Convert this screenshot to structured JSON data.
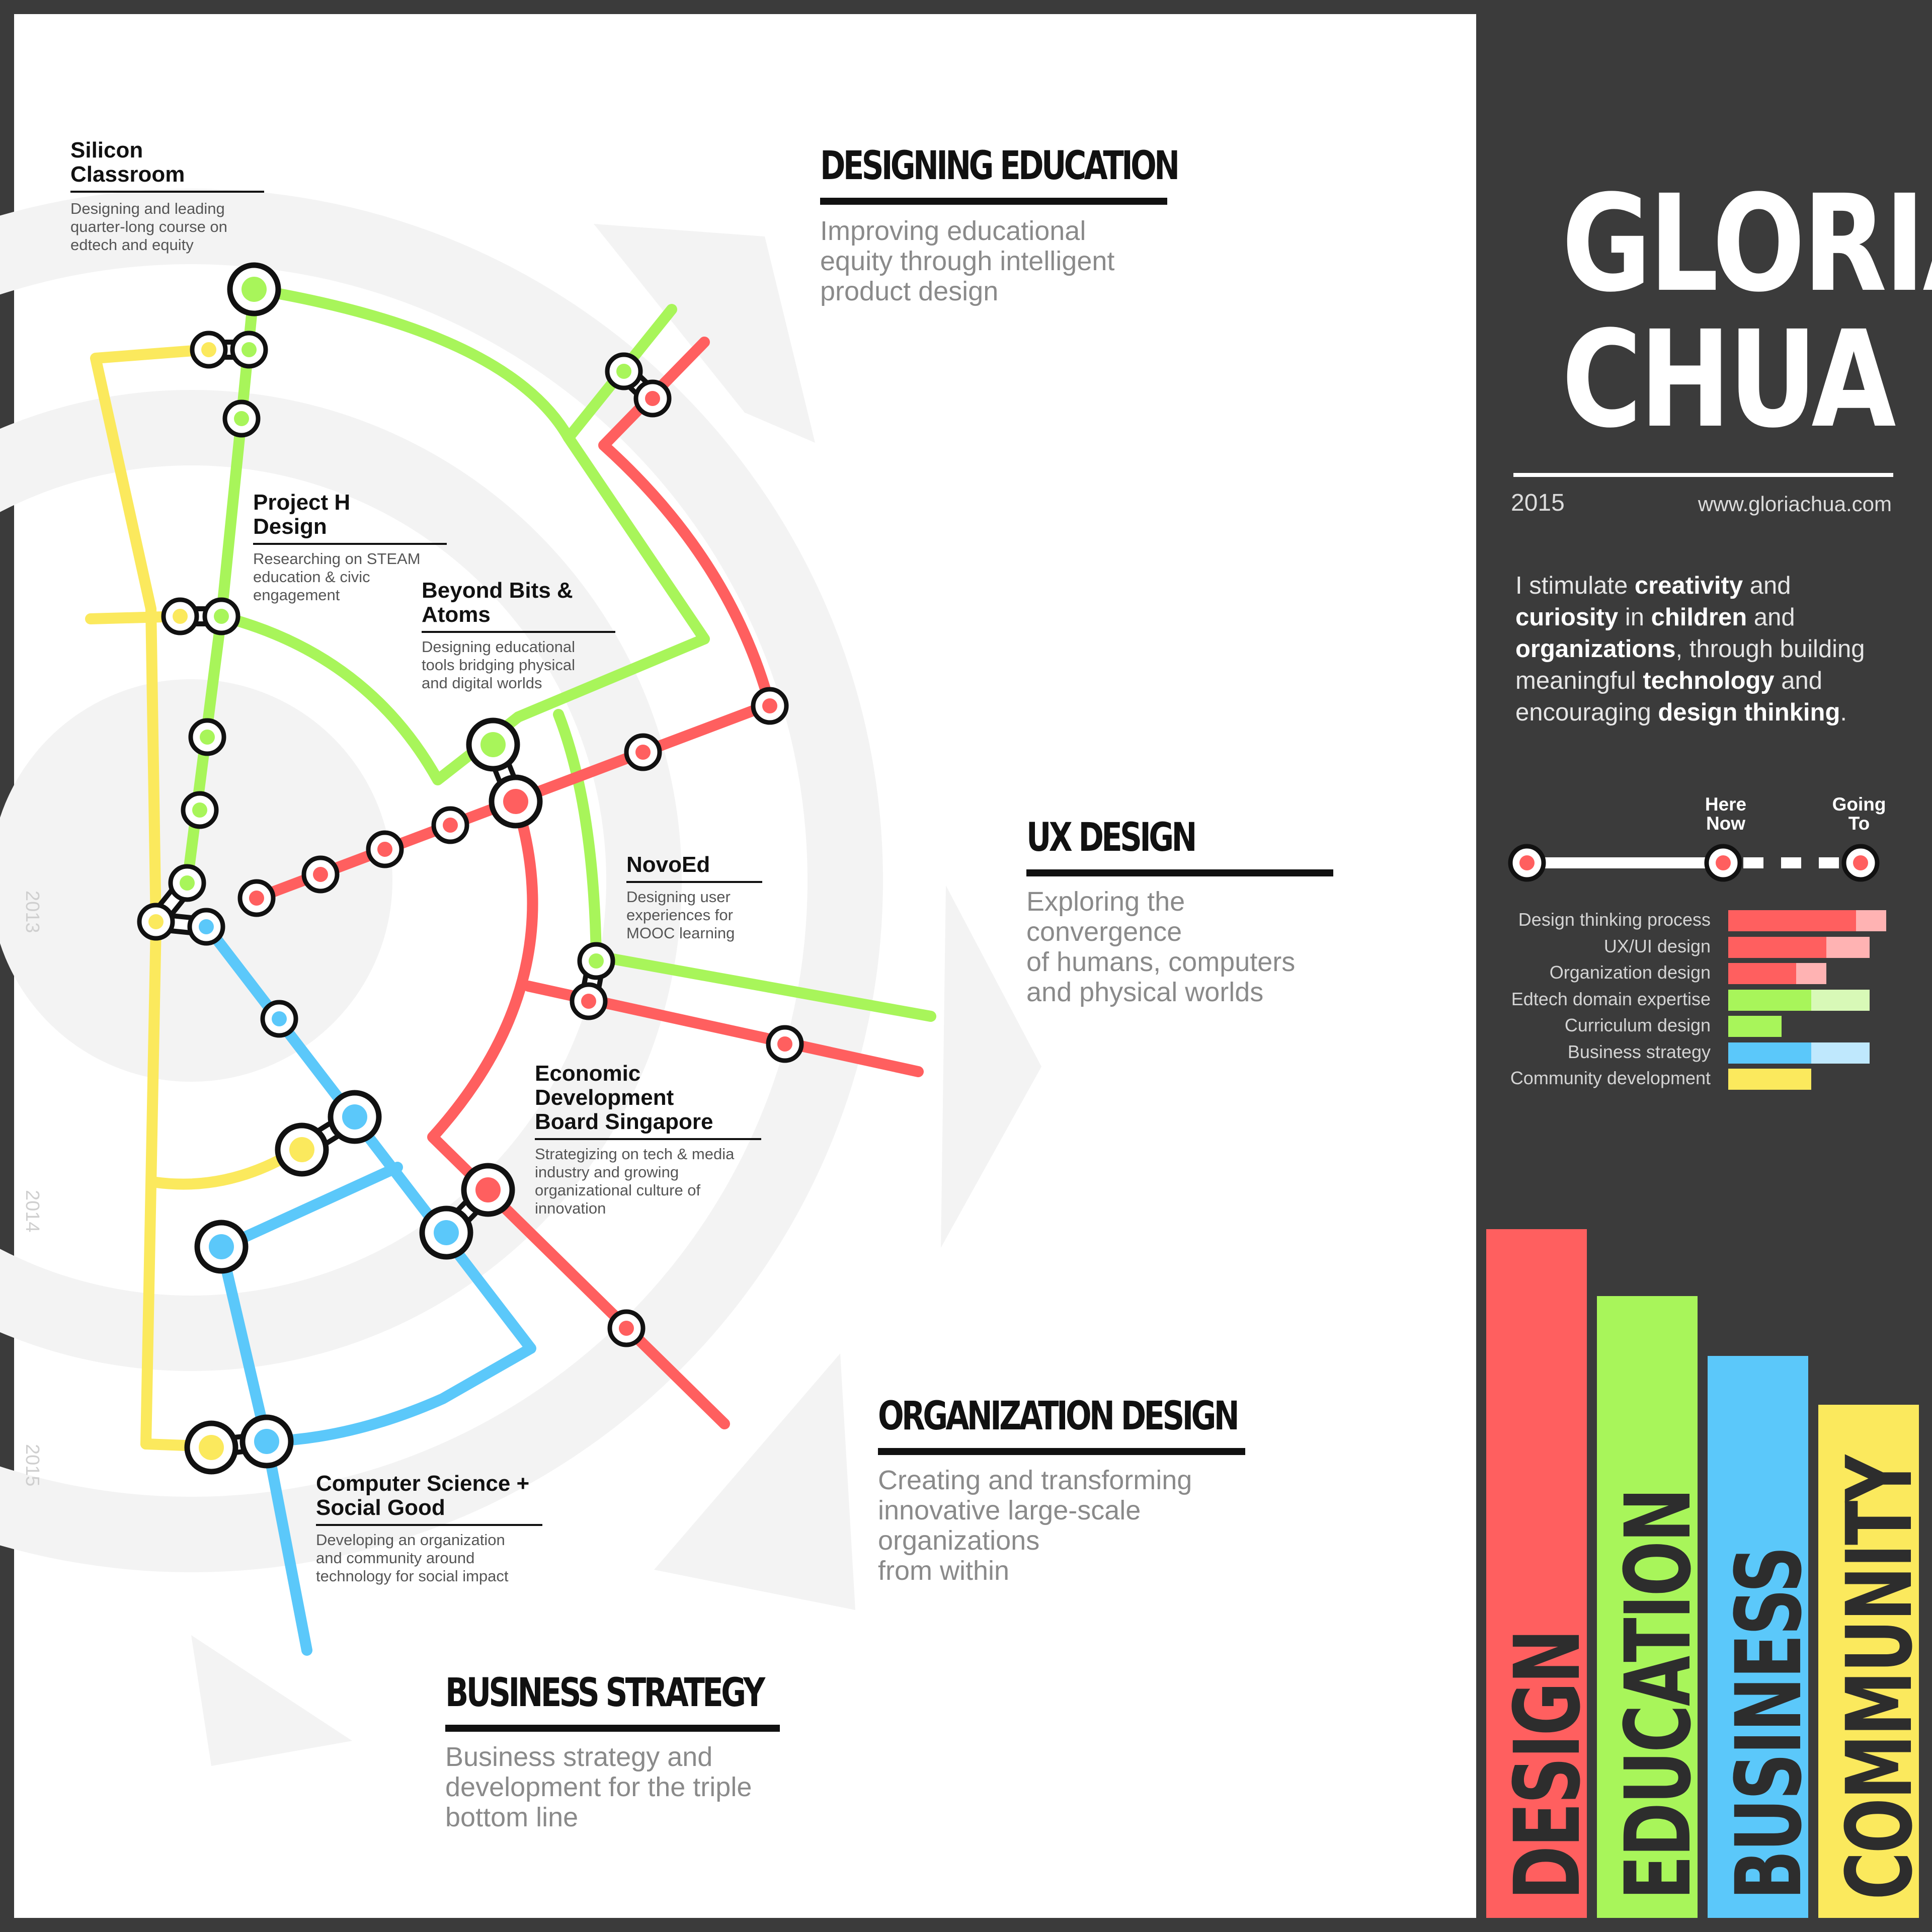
{
  "name": "GLORIA\nCHUA",
  "year": "2015",
  "website": "www.gloriachua.com",
  "intro": {
    "parts": [
      {
        "t": "I stimulate ",
        "b": false
      },
      {
        "t": "creativity",
        "b": true
      },
      {
        "t": " and ",
        "b": false
      },
      {
        "t": "curiosity",
        "b": true
      },
      {
        "t": " in ",
        "b": false
      },
      {
        "t": "children",
        "b": true
      },
      {
        "t": " and ",
        "b": false
      },
      {
        "t": "organizations",
        "b": true
      },
      {
        "t": ", through building meaningful ",
        "b": false
      },
      {
        "t": "technology",
        "b": true
      },
      {
        "t": " and encouraging ",
        "b": false
      },
      {
        "t": "design thinking",
        "b": true
      },
      {
        "t": ".",
        "b": false
      }
    ]
  },
  "legend": {
    "here_now": "Here\nNow",
    "going_to": "Going\nTo"
  },
  "skills": [
    {
      "label": "Design thinking process",
      "color": "#ff5f5f",
      "light": "#ffb3b3",
      "now": 0.77,
      "goal": 0.95
    },
    {
      "label": "UX/UI design",
      "color": "#ff5f5f",
      "light": "#ffb3b3",
      "now": 0.59,
      "goal": 0.85
    },
    {
      "label": "Organization design",
      "color": "#ff5f5f",
      "light": "#ffb3b3",
      "now": 0.41,
      "goal": 0.59
    },
    {
      "label": "Edtech domain expertise",
      "color": "#a8f55a",
      "light": "#d8f9b7",
      "now": 0.5,
      "goal": 0.85
    },
    {
      "label": "Curriculum design",
      "color": "#a8f55a",
      "light": "#d8f9b7",
      "now": 0.32,
      "goal": 0.32
    },
    {
      "label": "Business strategy",
      "color": "#5bc8fa",
      "light": "#bfe8fd",
      "now": 0.5,
      "goal": 0.85
    },
    {
      "label": "Community development",
      "color": "#fbe95d",
      "light": "#fdf3aa",
      "now": 0.5,
      "goal": 0.5
    }
  ],
  "books": [
    {
      "label": "DESIGN",
      "color": "#ff5f5f"
    },
    {
      "label": "EDUCATION",
      "color": "#a8f55a"
    },
    {
      "label": "BUSINESS",
      "color": "#5bc8fa"
    },
    {
      "label": "COMMUNITY",
      "color": "#fbe95d"
    }
  ],
  "sections": {
    "education": {
      "title": "DESIGNING EDUCATION",
      "desc": "Improving educational\nequity through intelligent\nproduct design"
    },
    "ux": {
      "title": "UX DESIGN",
      "desc": "Exploring the convergence\nof humans, computers\nand physical worlds"
    },
    "org": {
      "title": "ORGANIZATION DESIGN",
      "desc": "Creating and transforming\ninnovative large-scale\norganizations\nfrom within"
    },
    "business": {
      "title": "BUSINESS STRATEGY",
      "desc": "Business strategy and\ndevelopment for the triple\nbottom line"
    }
  },
  "projects": {
    "silicon": {
      "title": "Silicon\nClassroom",
      "desc": "Designing and leading\nquarter-long course on\nedtech and equity"
    },
    "projecth": {
      "title": "Project H\nDesign",
      "desc": "Researching on STEAM\neducation & civic\nengagement"
    },
    "beyond": {
      "title": "Beyond Bits &\nAtoms",
      "desc": "Designing educational\ntools bridging physical\nand digital worlds"
    },
    "novoed": {
      "title": "NovoEd",
      "desc": "Designing user\nexperiences for\nMOOC learning"
    },
    "edb": {
      "title": "Economic\nDevelopment\nBoard Singapore",
      "desc": "Strategizing on tech & media\nindustry and growing\norganizational culture of\ninnovation"
    },
    "cs": {
      "title": "Computer Science +\nSocial Good",
      "desc": "Developing an organization\nand community around\ntechnology for social impact"
    }
  },
  "timeline_years": [
    "2013",
    "2014",
    "2015"
  ],
  "colors": {
    "red": "#ff5f5f",
    "green": "#a8f55a",
    "blue": "#5bc8fa",
    "yellow": "#fbe95d",
    "dark": "#3b3b3b"
  }
}
